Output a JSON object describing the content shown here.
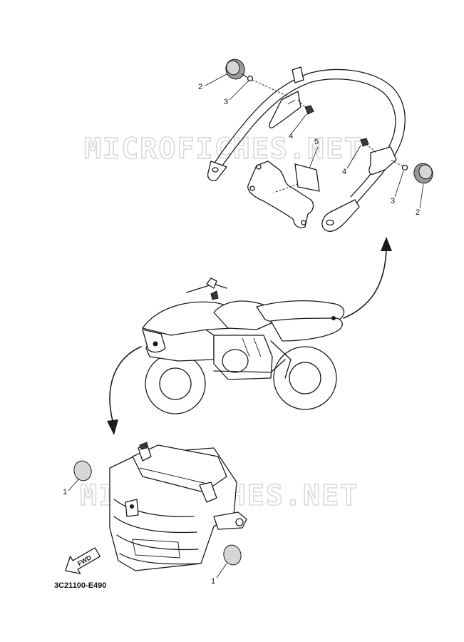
{
  "watermarks": {
    "top": "MICROFICHES.NET",
    "bottom": "MICROFICHES.NET"
  },
  "callouts": {
    "c1a": "1",
    "c1b": "1",
    "c2a": "2",
    "c2b": "2",
    "c3a": "3",
    "c3b": "3",
    "c4a": "4",
    "c4b": "4",
    "c5": "5"
  },
  "fwd_badge": "FWD",
  "diagram_code": "3C21100-E490",
  "colors": {
    "line": "#1a1a1a",
    "watermark": "#d9d9d9",
    "reflector_gray": "#9a9a9a"
  }
}
